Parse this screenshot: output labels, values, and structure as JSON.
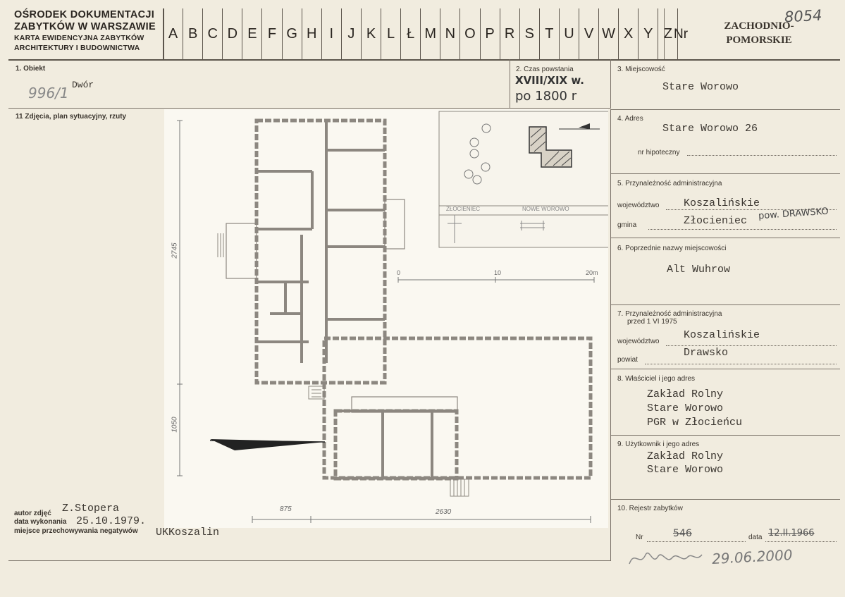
{
  "header": {
    "institution_line1": "OŚRODEK DOKUMENTACJI",
    "institution_line2": "ZABYTKÓW W WARSZAWIE",
    "card_line1": "KARTA EWIDENCYJNA ZABYTKÓW",
    "card_line2": "ARCHITEKTURY I BUDOWNICTWA",
    "letters": [
      "A",
      "B",
      "C",
      "D",
      "E",
      "F",
      "G",
      "H",
      "I",
      "J",
      "K",
      "L",
      "Ł",
      "M",
      "N",
      "O",
      "P",
      "R",
      "S",
      "T",
      "U",
      "V",
      "W",
      "X",
      "Y",
      "Z"
    ],
    "nr_label": "Nr",
    "stamp_line1": "ZACHODNIO-",
    "stamp_line2": "POMORSKIE",
    "handwritten_number": "8054"
  },
  "object": {
    "label": "1. Obiekt",
    "value": "Dwór",
    "handwritten_code": "996/1"
  },
  "construction_time": {
    "label": "2. Czas powstania",
    "line1": "XVIII/XIX w.",
    "line2": "po 1800 r"
  },
  "locality": {
    "label": "3. Miejscowość",
    "value": "Stare Worowo"
  },
  "photos_section": {
    "label": "11 Zdjęcia, plan sytuacyjny, rzuty"
  },
  "address": {
    "label": "4. Adres",
    "value": "Stare Worowo 26",
    "mortgage_label": "nr hipoteczny"
  },
  "admin": {
    "label": "5. Przynależność administracyjna",
    "voivodeship_label": "województwo",
    "voivodeship_value": "Koszalińskie",
    "commune_label": "gmina",
    "commune_value": "Złocieniec",
    "commune_handwritten": "pow. DRAWSKO"
  },
  "former_names": {
    "label": "6. Poprzednie nazwy miejscowości",
    "value": "Alt Wuhrow"
  },
  "admin_1975": {
    "label_line1": "7. Przynależność administracyjna",
    "label_line2": "przed 1 VI 1975",
    "voivodeship_label": "województwo",
    "voivodeship_value": "Koszalińskie",
    "district_label": "powiat",
    "district_value": "Drawsko"
  },
  "owner": {
    "label": "8. Właściciel i jego adres",
    "lines": [
      "Zakład Rolny",
      "Stare Worowo",
      "PGR w Złocieńcu"
    ]
  },
  "user": {
    "label": "9. Użytkownik i jego adres",
    "lines": [
      "Zakład Rolny",
      "Stare Worowo"
    ]
  },
  "register": {
    "label": "10. Rejestr zabytków",
    "nr_label": "Nr",
    "nr_value": "546",
    "date_label": "data",
    "date_value": "12.II.1966"
  },
  "photo_meta": {
    "author_label": "autor zdjęć",
    "author_value": "Z.Stopera",
    "date_label": "data wykonania",
    "date_value": "25.10.1979.",
    "storage_label": "miejsce przechowywania negatywów",
    "storage_value": "UKKoszalin"
  },
  "signature": {
    "text": "29.06.2000"
  },
  "plan": {
    "dim_vertical_top": "2745",
    "dim_vertical_bottom": "1050",
    "dim_horizontal_left": "875",
    "dim_horizontal_right": "2630",
    "scale_0": "0",
    "scale_10": "10",
    "scale_20": "20m",
    "inset_road_left": "ZŁOCIENIEC",
    "inset_road_right": "NOWE WOROWO"
  },
  "colors": {
    "paper": "#f1ecdf",
    "ink": "#2a2520",
    "plan_wall": "#8c8780"
  }
}
